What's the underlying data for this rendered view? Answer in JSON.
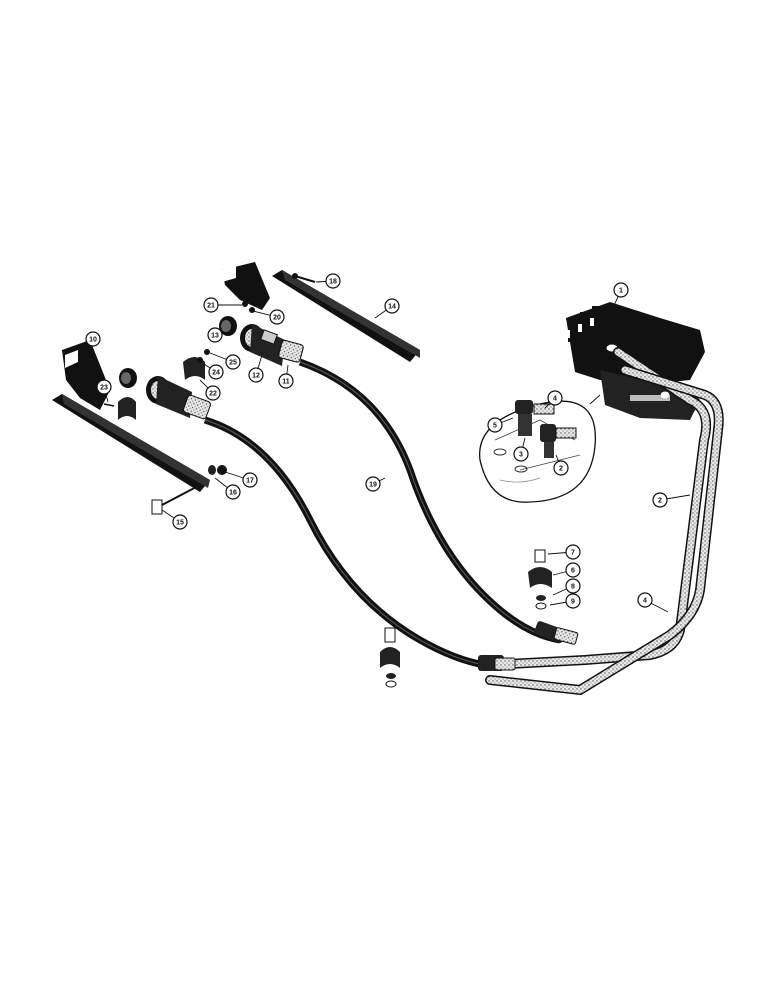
{
  "callouts": [
    {
      "id": "c1",
      "label": "1"
    },
    {
      "id": "c2",
      "label": "2"
    },
    {
      "id": "c2b",
      "label": "2"
    },
    {
      "id": "c3",
      "label": "3"
    },
    {
      "id": "c4",
      "label": "4"
    },
    {
      "id": "c4b",
      "label": "4"
    },
    {
      "id": "c5",
      "label": "5"
    },
    {
      "id": "c6",
      "label": "6"
    },
    {
      "id": "c7",
      "label": "7"
    },
    {
      "id": "c8",
      "label": "8"
    },
    {
      "id": "c9",
      "label": "9"
    },
    {
      "id": "c10",
      "label": "10"
    },
    {
      "id": "c11",
      "label": "11"
    },
    {
      "id": "c12",
      "label": "12"
    },
    {
      "id": "c13",
      "label": "13"
    },
    {
      "id": "c14",
      "label": "14"
    },
    {
      "id": "c15",
      "label": "15"
    },
    {
      "id": "c16",
      "label": "16"
    },
    {
      "id": "c17",
      "label": "17"
    },
    {
      "id": "c18",
      "label": "18"
    },
    {
      "id": "c19",
      "label": "19"
    },
    {
      "id": "c20",
      "label": "20"
    },
    {
      "id": "c21",
      "label": "21"
    },
    {
      "id": "c22",
      "label": "22"
    },
    {
      "id": "c23",
      "label": "23"
    },
    {
      "id": "c24",
      "label": "24"
    },
    {
      "id": "c25",
      "label": "25"
    }
  ]
}
